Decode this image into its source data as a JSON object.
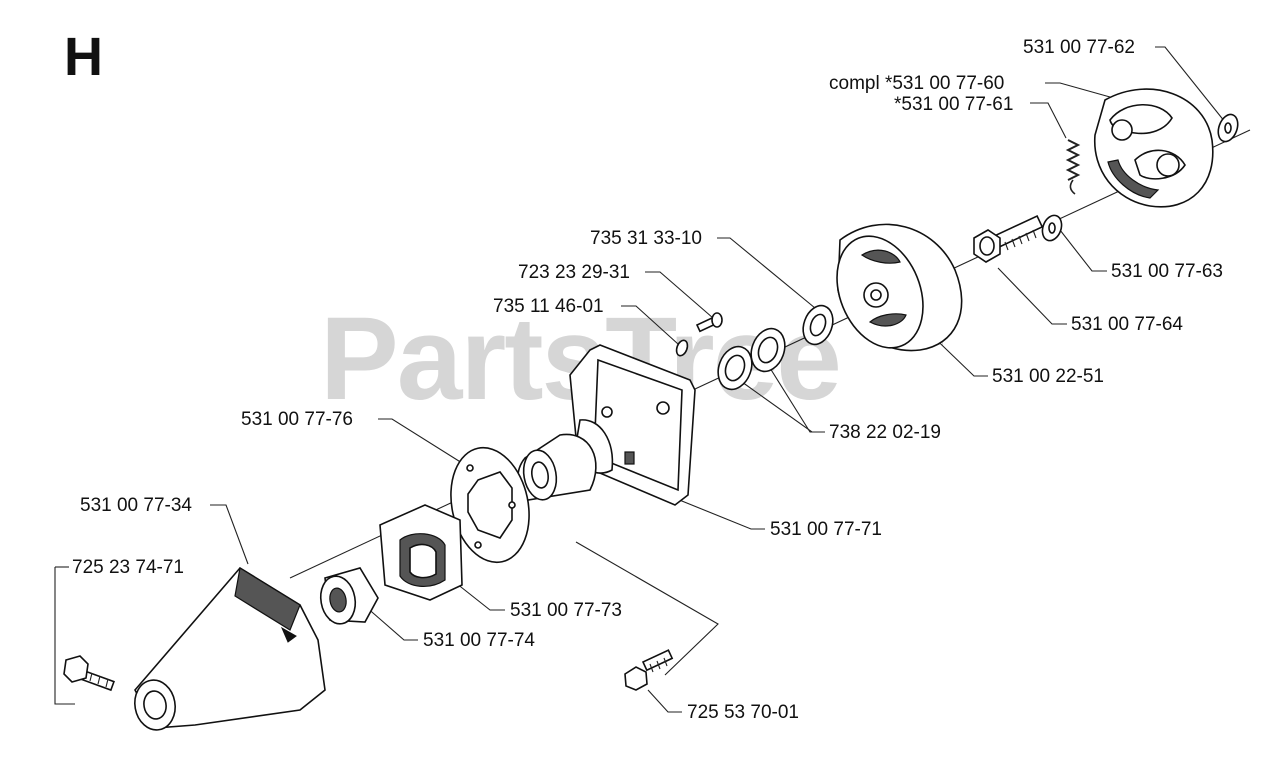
{
  "section": "H",
  "watermark": "PartsTree",
  "watermark_tm": "TM",
  "callouts": [
    {
      "id": "c1",
      "text": "531 00 77-62"
    },
    {
      "id": "c2",
      "text": "compl *531 00 77-60"
    },
    {
      "id": "c3",
      "text": "*531 00 77-61"
    },
    {
      "id": "c4",
      "text": "735 31 33-10"
    },
    {
      "id": "c5",
      "text": "723 23 29-31"
    },
    {
      "id": "c6",
      "text": "735 11 46-01"
    },
    {
      "id": "c7",
      "text": "531 00 77-63"
    },
    {
      "id": "c8",
      "text": "531 00 77-64"
    },
    {
      "id": "c9",
      "text": "531 00 22-51"
    },
    {
      "id": "c10",
      "text": "531 00 77-76"
    },
    {
      "id": "c11",
      "text": "738 22 02-19"
    },
    {
      "id": "c12",
      "text": "531 00 77-34"
    },
    {
      "id": "c13",
      "text": "531 00 77-71"
    },
    {
      "id": "c14",
      "text": "725 23 74-71"
    },
    {
      "id": "c15",
      "text": "531 00 77-73"
    },
    {
      "id": "c16",
      "text": "531 00 77-74"
    },
    {
      "id": "c17",
      "text": "725 53 70-01"
    }
  ]
}
